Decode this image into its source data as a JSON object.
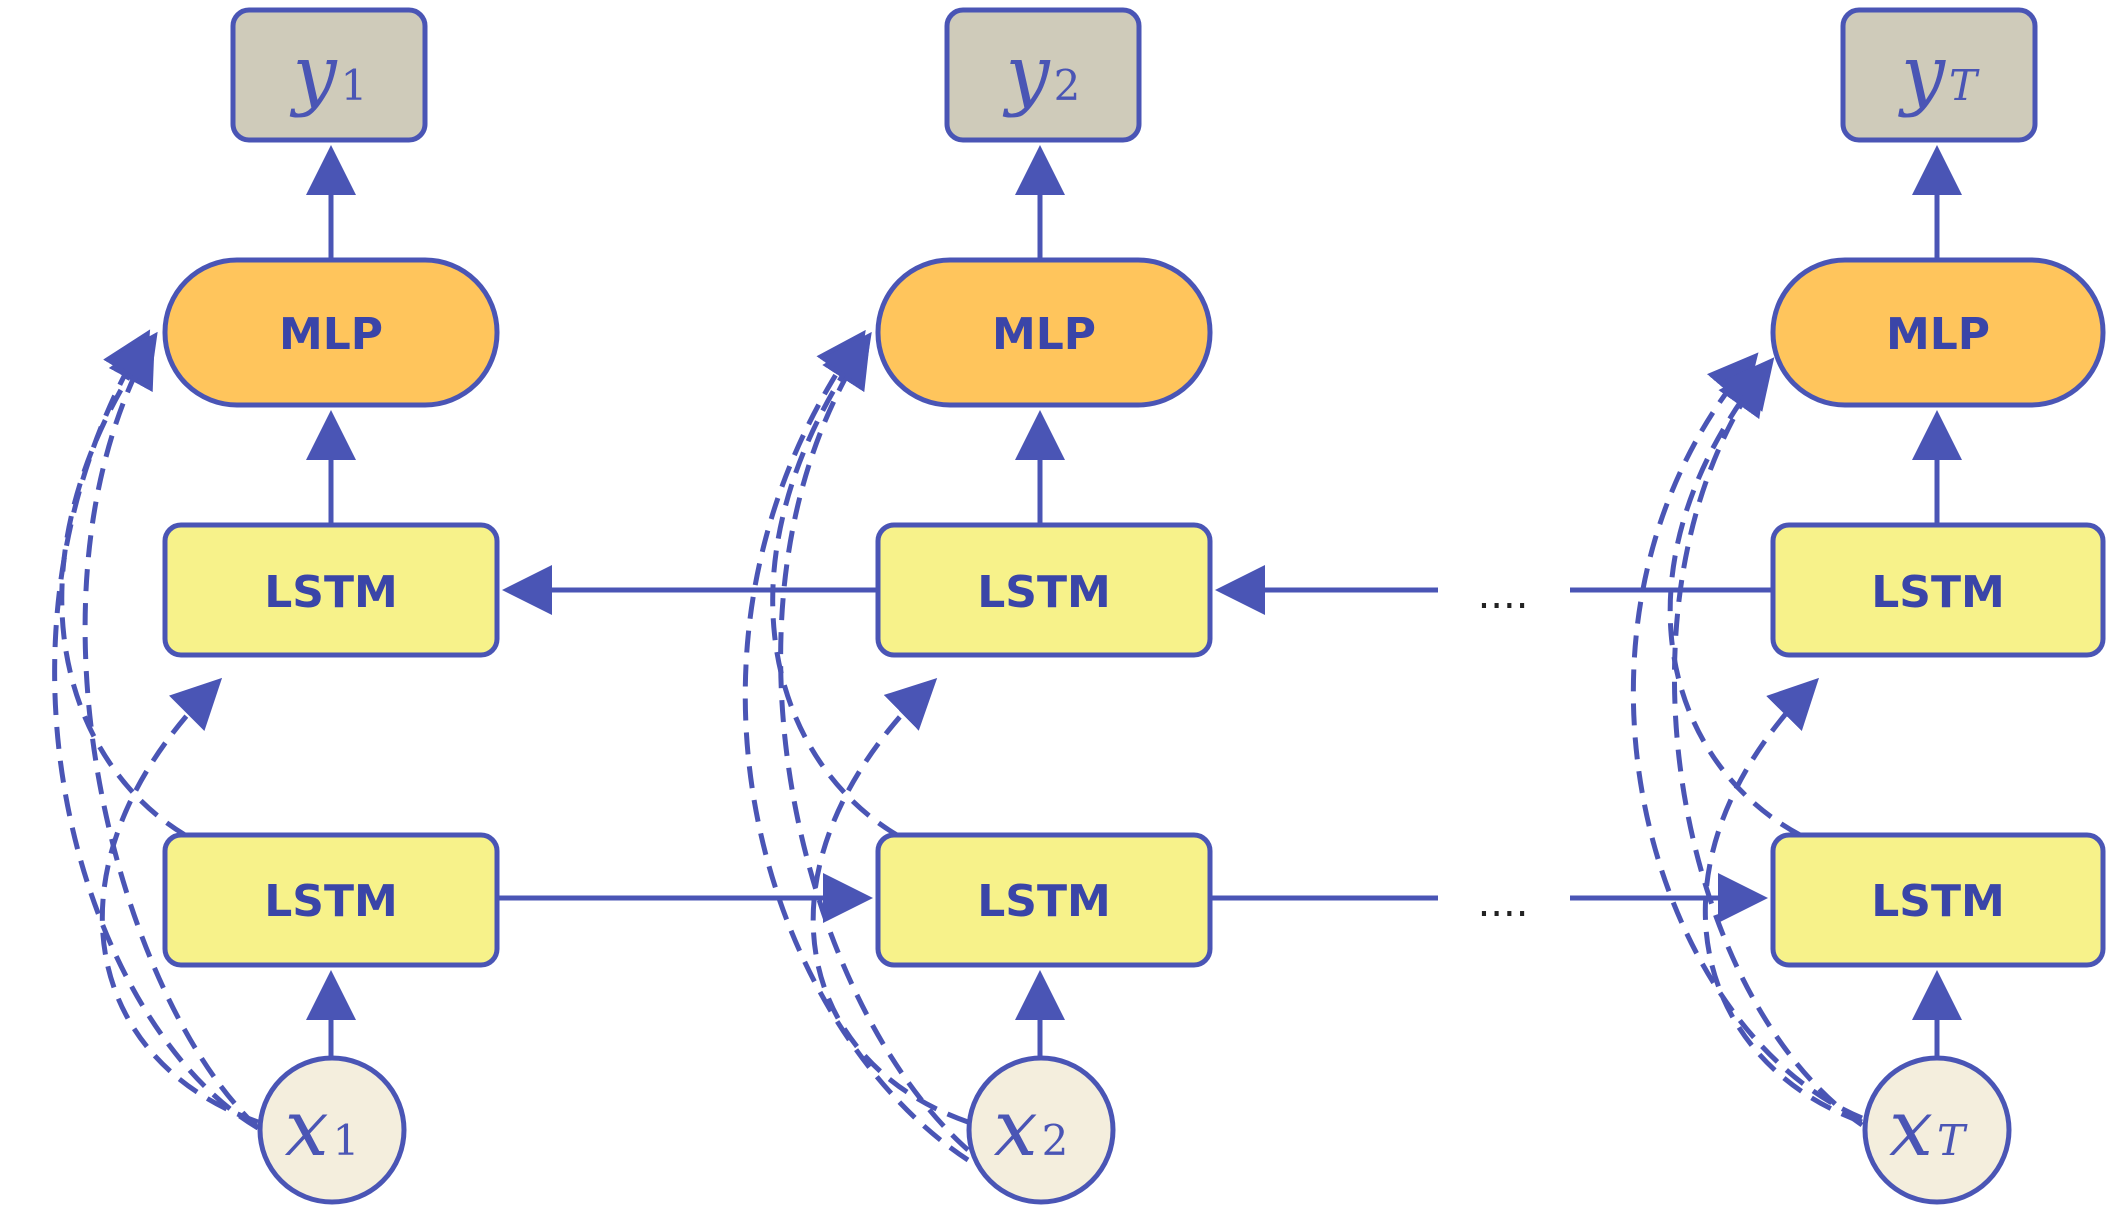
{
  "diagram": {
    "columns": [
      {
        "output": {
          "symbol": "y",
          "subscript": "1"
        },
        "mlp_label": "MLP",
        "lstm_backward_label": "LSTM",
        "lstm_forward_label": "LSTM",
        "input": {
          "symbol": "x",
          "subscript": "1"
        }
      },
      {
        "output": {
          "symbol": "y",
          "subscript": "2"
        },
        "mlp_label": "MLP",
        "lstm_backward_label": "LSTM",
        "lstm_forward_label": "LSTM",
        "input": {
          "symbol": "x",
          "subscript": "2"
        }
      },
      {
        "output": {
          "symbol": "y",
          "subscript": "T"
        },
        "mlp_label": "MLP",
        "lstm_backward_label": "LSTM",
        "lstm_forward_label": "LSTM",
        "input": {
          "symbol": "x",
          "subscript": "T"
        }
      }
    ],
    "ellipsis_backward": "....",
    "ellipsis_forward": "....",
    "colors": {
      "stroke": "#4a55b5",
      "output_fill": "#cfcbba",
      "mlp_fill": "#ffc55c",
      "lstm_fill": "#f7f28a",
      "input_fill": "#f4eedd"
    }
  }
}
